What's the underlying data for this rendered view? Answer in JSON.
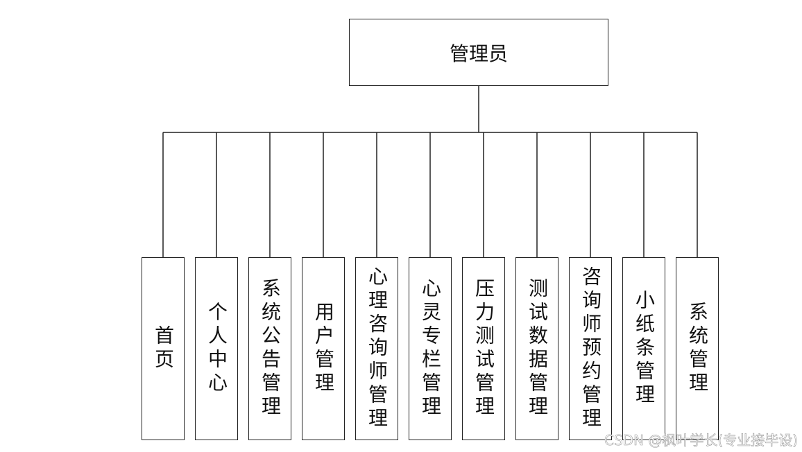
{
  "caption": "",
  "root": {
    "label": "管理员"
  },
  "children": [
    {
      "label": "首页"
    },
    {
      "label": "个人中心"
    },
    {
      "label": "系统公告管理"
    },
    {
      "label": "用户管理"
    },
    {
      "label": "心理咨询师管理"
    },
    {
      "label": "心灵专栏管理"
    },
    {
      "label": "压力测试管理"
    },
    {
      "label": "测试数据管理"
    },
    {
      "label": "咨询师预约管理"
    },
    {
      "label": "小纸条管理"
    },
    {
      "label": "系统管理"
    }
  ],
  "watermark": "CSDN @枫叶学长(专业接毕设)",
  "colors": {
    "line": "#222222",
    "background": "#ffffff",
    "text": "#111111"
  }
}
